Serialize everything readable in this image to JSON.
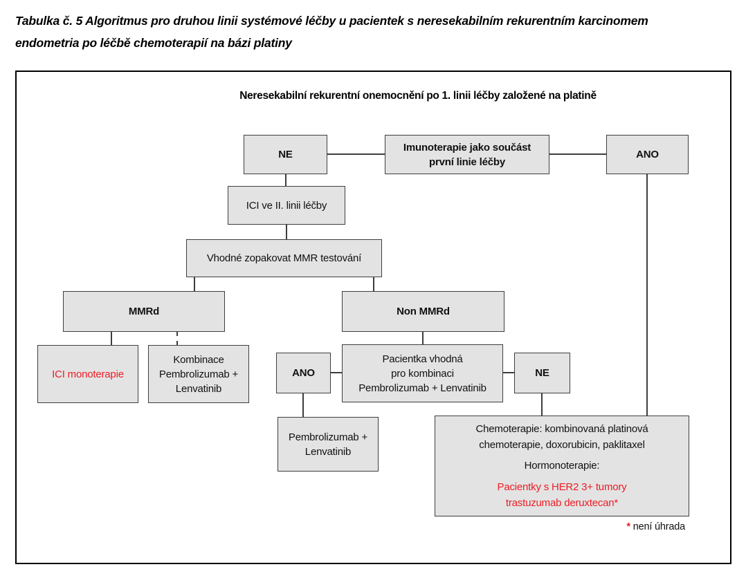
{
  "colors": {
    "red": "#ed1c24",
    "box_fill": "#e3e3e3",
    "box_border": "#3d3d3d",
    "line": "#3d3d3d",
    "outer_border": "#000000"
  },
  "title": {
    "lines": [
      "Tabulka č. 5  Algoritmus pro druhou linii systémové léčby u pacientek s neresekabilním rekurentním karcinomem",
      "endometria po léčbě chemoterapií na bázi platiny"
    ]
  },
  "flowchart": {
    "heading": "Neresekabilní rekurentní onemocnění po 1. linii léčby založené na platině",
    "nodes": {
      "ne_top": {
        "label": "NE"
      },
      "immuno": {
        "lines": [
          "Imunoterapie jako součást",
          "první linie léčby"
        ]
      },
      "ano_top": {
        "label": "ANO"
      },
      "ici_second_line": {
        "label": "ICI ve II. linii léčby"
      },
      "repeat_mmr": {
        "label": "Vhodné zopakovat MMR testování"
      },
      "mmrd": {
        "label": "MMRd"
      },
      "non_mmrd": {
        "label": "Non MMRd"
      },
      "ici_mono": {
        "label": "ICI monoterapie"
      },
      "kombinace": {
        "lines": [
          "Kombinace",
          "Pembrolizumab +",
          "Lenvatinib"
        ]
      },
      "ano_mid": {
        "label": "ANO"
      },
      "pacientka": {
        "lines": [
          "Pacientka vhodná",
          "pro kombinaci",
          "Pembrolizumab + Lenvatinib"
        ]
      },
      "ne_mid": {
        "label": "NE"
      },
      "pembro": {
        "lines": [
          "Pembrolizumab +",
          "Lenvatinib"
        ]
      },
      "chemo": {
        "black_lines": [
          "Chemoterapie: kombinovaná platinová",
          "chemoterapie, doxorubicin, paklitaxel"
        ],
        "hormono_line": "Hormonoterapie:",
        "red_lines": [
          "Pacientky s HER2 3+ tumory",
          "trastuzumab deruxtecan*"
        ]
      }
    },
    "footnote": {
      "asterisk": "*",
      "text": "není úhrada"
    }
  }
}
